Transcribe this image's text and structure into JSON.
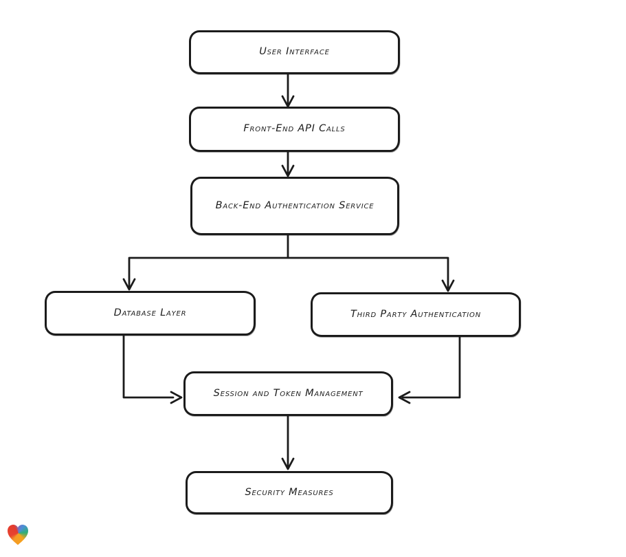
{
  "page": {
    "background_color": "#ffffff"
  },
  "diagram": {
    "type": "flowchart",
    "style": "hand-drawn",
    "stroke_color": "#1b1b1b",
    "node_fill": "#ffffff",
    "nodes": [
      {
        "id": "user-interface",
        "label": "User Interface"
      },
      {
        "id": "front-end-api-calls",
        "label": "Front-End API Calls"
      },
      {
        "id": "back-end-authentication-service",
        "label": "Back-End Authentication Service"
      },
      {
        "id": "database-layer",
        "label": "Database Layer"
      },
      {
        "id": "third-party-authentication",
        "label": "Third Party Authentication"
      },
      {
        "id": "session-and-token-management",
        "label": "Session and Token Management"
      },
      {
        "id": "security-measures",
        "label": "Security Measures"
      }
    ],
    "edges": [
      {
        "from": "user-interface",
        "to": "front-end-api-calls"
      },
      {
        "from": "front-end-api-calls",
        "to": "back-end-authentication-service"
      },
      {
        "from": "back-end-authentication-service",
        "to": "database-layer"
      },
      {
        "from": "back-end-authentication-service",
        "to": "third-party-authentication"
      },
      {
        "from": "database-layer",
        "to": "session-and-token-management"
      },
      {
        "from": "third-party-authentication",
        "to": "session-and-token-management"
      },
      {
        "from": "session-and-token-management",
        "to": "security-measures"
      }
    ],
    "logo": {
      "name": "gradient-heart",
      "colors": [
        "#e23b2e",
        "#f6a21c",
        "#2fae77",
        "#4b8fd9"
      ]
    }
  }
}
